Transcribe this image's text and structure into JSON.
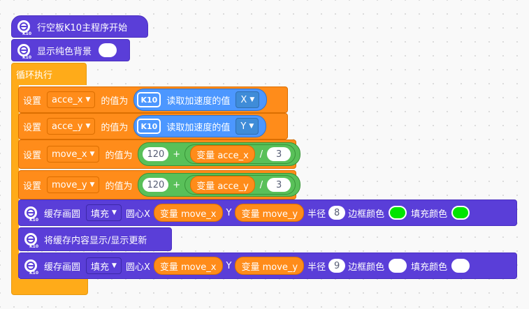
{
  "icons": {
    "k10_label": "K10",
    "k10_badge": "K10"
  },
  "start_block": {
    "label": "行空板K10主程序开始"
  },
  "bg_block": {
    "label": "显示纯色背景"
  },
  "loop": {
    "label": "循环执行"
  },
  "set_blocks": [
    {
      "set_label": "设置",
      "var": "acce_x",
      "value_label": "的值为",
      "reporter_label": "读取加速度的值",
      "axis": "X"
    },
    {
      "set_label": "设置",
      "var": "acce_y",
      "value_label": "的值为",
      "reporter_label": "读取加速度的值",
      "axis": "Y"
    },
    {
      "set_label": "设置",
      "var": "move_x",
      "value_label": "的值为",
      "num1": "120",
      "plus": "+",
      "var_reporter": "变量 acce_x",
      "div": "/",
      "num2": "3"
    },
    {
      "set_label": "设置",
      "var": "move_y",
      "value_label": "的值为",
      "num1": "120",
      "plus": "+",
      "var_reporter": "变量 acce_y",
      "div": "/",
      "num2": "3"
    }
  ],
  "circle1": {
    "label": "缓存画圆",
    "fill_mode": "填充",
    "cx_label": "圆心X",
    "cx_var": "变量 move_x",
    "y_label": "Y",
    "cy_var": "变量 move_y",
    "radius_label": "半径",
    "radius": "8",
    "border_label": "边框颜色",
    "border_color": "#00e400",
    "fill_label": "填充颜色",
    "fill_color": "#00e400"
  },
  "flush_block": {
    "label": "将缓存内容显示/显示更新"
  },
  "circle2": {
    "label": "缓存画圆",
    "fill_mode": "填充",
    "cx_label": "圆心X",
    "cx_var": "变量 move_x",
    "y_label": "Y",
    "cy_var": "变量 move_y",
    "radius_label": "半径",
    "radius": "9",
    "border_label": "边框颜色",
    "border_color": "#ffffff",
    "fill_label": "填充颜色",
    "fill_color": "#ffffff"
  }
}
